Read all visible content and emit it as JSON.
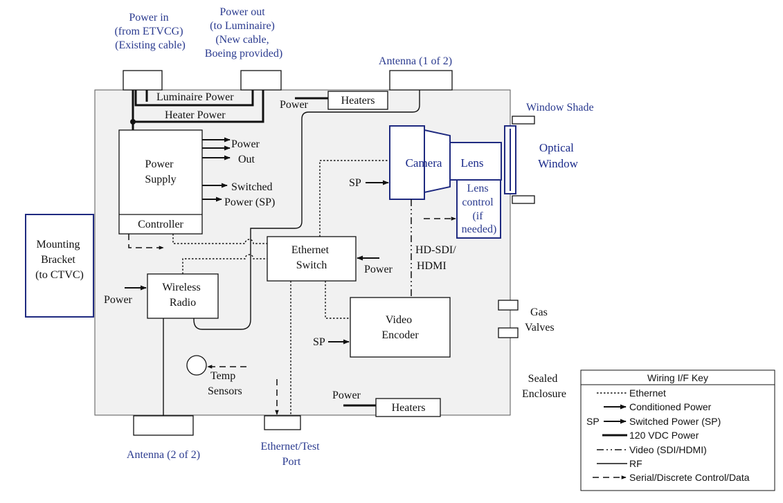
{
  "labels": {
    "power_in": [
      "Power in",
      "(from ETVCG)",
      "(Existing cable)"
    ],
    "power_out": [
      "Power out",
      "(to Luminaire)",
      "(New cable,",
      "Boeing provided)"
    ],
    "antenna_1": "Antenna (1 of 2)",
    "antenna_2": "Antenna (2 of 2)",
    "luminaire_power": "Luminaire Power",
    "heater_power": "Heater Power",
    "power_top": "Power",
    "heaters_top": "Heaters",
    "window_shade": "Window Shade",
    "optical_window": [
      "Optical",
      "Window"
    ],
    "power_supply": [
      "Power",
      "Supply"
    ],
    "controller": "Controller",
    "ps_outputs": [
      "Power",
      "Out",
      "Switched",
      "Power (SP)"
    ],
    "mounting_bracket": [
      "Mounting",
      "Bracket",
      "(to CTVC)"
    ],
    "camera": "Camera",
    "lens": "Lens",
    "sp_camera": "SP",
    "lens_control": [
      "Lens",
      "control",
      "(if",
      "needed)"
    ],
    "ethernet_switch": [
      "Ethernet",
      "Switch"
    ],
    "power_switch": "Power",
    "hd_sdi": [
      "HD-SDI/",
      "HDMI"
    ],
    "wireless_radio": [
      "Wireless",
      "Radio"
    ],
    "power_radio": "Power",
    "video_encoder": [
      "Video",
      "Encoder"
    ],
    "sp_encoder": "SP",
    "gas_valves": [
      "Gas",
      "Valves"
    ],
    "temp_sensors": [
      "Temp",
      "Sensors"
    ],
    "sealed_enclosure": [
      "Sealed",
      "Enclosure"
    ],
    "power_bottom": "Power",
    "heaters_bottom": "Heaters",
    "ethernet_test_port": [
      "Ethernet/Test",
      "Port"
    ]
  },
  "key": {
    "title": "Wiring I/F Key",
    "items": [
      {
        "style": "ethernet",
        "label": "Ethernet"
      },
      {
        "style": "conditioned-power",
        "label": "Conditioned Power"
      },
      {
        "style": "switched-power",
        "prefix": "SP",
        "label": "Switched Power (SP)"
      },
      {
        "style": "120vdc",
        "label": "120 VDC Power"
      },
      {
        "style": "video",
        "label": "Video (SDI/HDMI)"
      },
      {
        "style": "rf",
        "label": "RF"
      },
      {
        "style": "serial",
        "label": "Serial/Discrete Control/Data"
      }
    ]
  },
  "colors": {
    "enclosure_fill": "#f1f1f1",
    "blue_text": "#2a3a8f",
    "blue_border": "#1f2a80"
  }
}
